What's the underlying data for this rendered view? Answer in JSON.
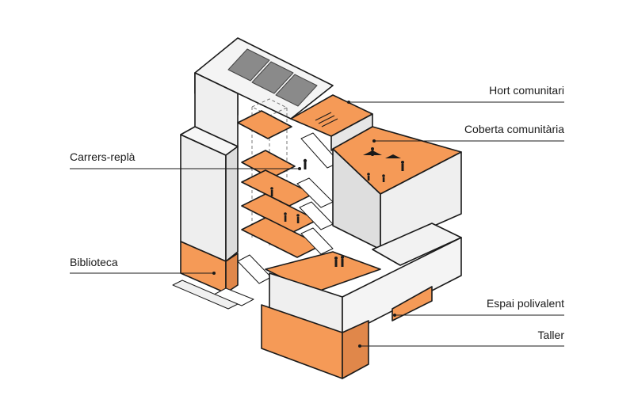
{
  "labels": {
    "hort": "Hort comunitari",
    "coberta": "Coberta comunitària",
    "carrers": "Carrers-replà",
    "biblioteca": "Biblioteca",
    "espai": "Espai polivalent",
    "taller": "Taller"
  },
  "colors": {
    "accent": "#F59A57",
    "face_light": "#F2F2F2",
    "face_mid": "#E6E6E6",
    "face_dark": "#D9D9D9",
    "outline": "#1A1A1A"
  }
}
